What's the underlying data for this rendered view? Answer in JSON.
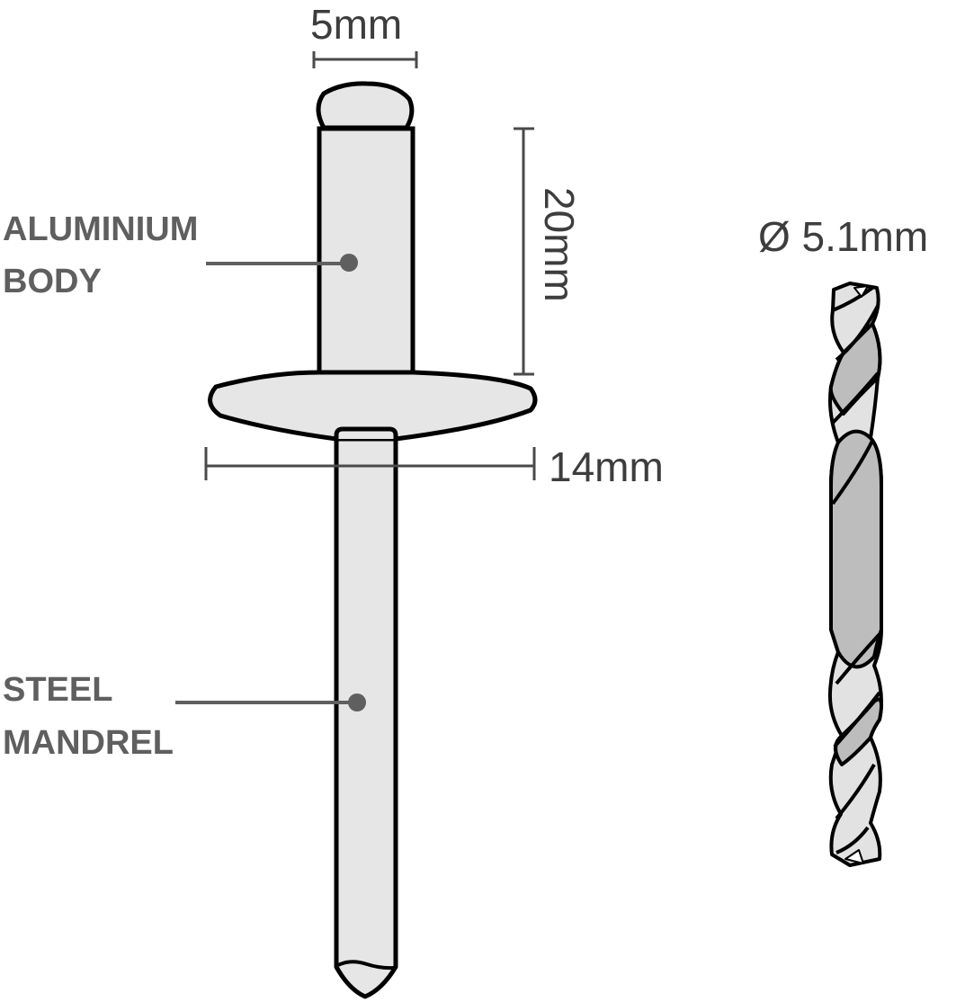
{
  "diagram": {
    "subject": "Blind rivet with matching drill bit",
    "labels": {
      "body_line1": "ALUMINIUM",
      "body_line2": "BODY",
      "mandrel_line1": "STEEL",
      "mandrel_line2": "MANDREL"
    },
    "dimensions": {
      "head_diameter": "5mm",
      "body_length": "20mm",
      "flange_diameter": "14mm",
      "drill_diameter": "Ø 5.1mm"
    },
    "colors": {
      "outline": "#000000",
      "fill_light": "#e6e6e6",
      "drill_dark": "#bdbdbd",
      "drill_light": "#e2e2e2",
      "label_text": "#5f5f5f",
      "dimension_text": "#3d3d3d",
      "dimension_line": "#4a4a4a",
      "background": "#ffffff"
    },
    "icons": {
      "rivet": "blind-rivet-drawing",
      "drill": "twist-drill-bit-drawing"
    }
  }
}
